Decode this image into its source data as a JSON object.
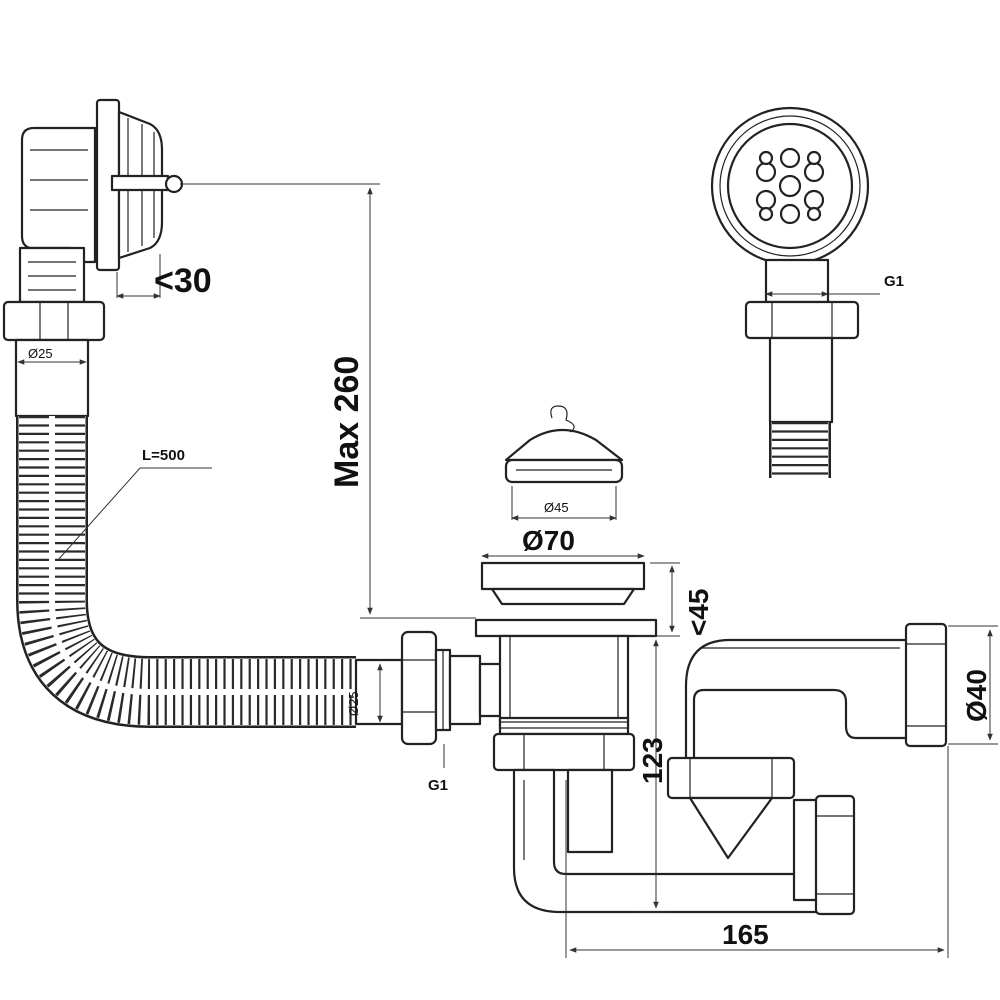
{
  "labels": {
    "overflow_depth": "<30",
    "height_max": "Max 260",
    "hose_length": "L=500",
    "hose_dia_top": "Ø25",
    "hose_dia_bottom": "Ø25",
    "plug_dia": "Ø45",
    "flange_dia": "Ø70",
    "flange_depth": "<45",
    "outlet_dia": "Ø40",
    "thread_overflow": "G1",
    "thread_hose": "G1",
    "trap_height": "123",
    "trap_width": "165"
  }
}
